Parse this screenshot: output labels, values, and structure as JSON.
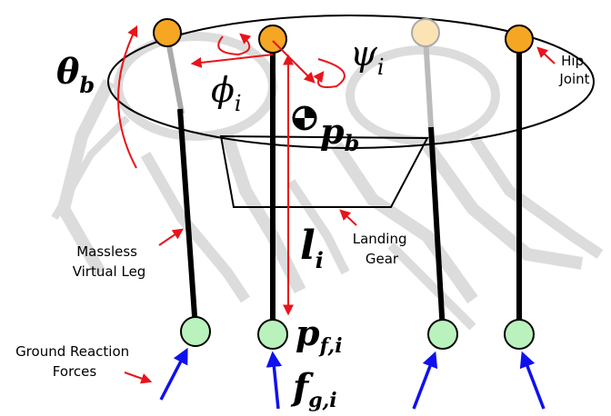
{
  "labels": {
    "theta_b": "θ",
    "theta_b_sub": "b",
    "phi_i": "ϕ",
    "phi_i_sub": "i",
    "psi_i": "ψ",
    "psi_i_sub": "i",
    "p_b": "p",
    "p_b_sub": "b",
    "l_i": "l",
    "l_i_sub": "i",
    "p_f_i": "p",
    "p_f_i_sub": "f,i",
    "f_g_i": "f",
    "f_g_i_sub": "g,i",
    "hip_joint_line1": "Hip",
    "hip_joint_line2": "Joint",
    "landing_gear_line1": "Landing",
    "landing_gear_line2": "Gear",
    "massless_leg_line1": "Massless",
    "massless_leg_line2": "Virtual Leg",
    "grf_line1": "Ground Reaction",
    "grf_line2": "Forces"
  },
  "colors": {
    "hip_joint": "#f5a623",
    "hip_joint_faded": "#fbe3b4",
    "foot": "#b9f2bc",
    "red_annotation": "#e8141b",
    "force_arrow": "#1010ee",
    "leg": "#000000"
  }
}
